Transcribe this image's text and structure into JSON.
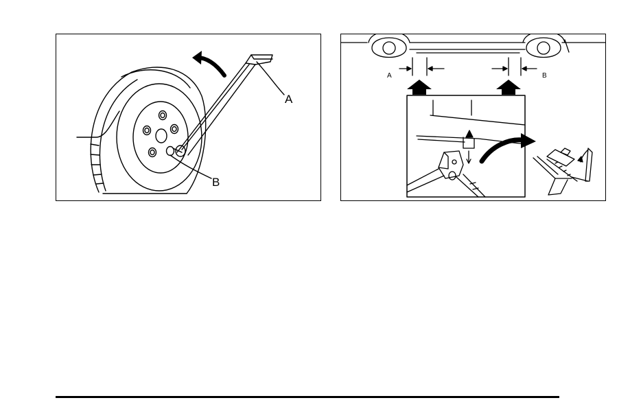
{
  "figures": {
    "left": {
      "callout_a": "A",
      "callout_b": "B"
    },
    "right": {
      "callout_a": "A",
      "callout_b": "B"
    }
  }
}
